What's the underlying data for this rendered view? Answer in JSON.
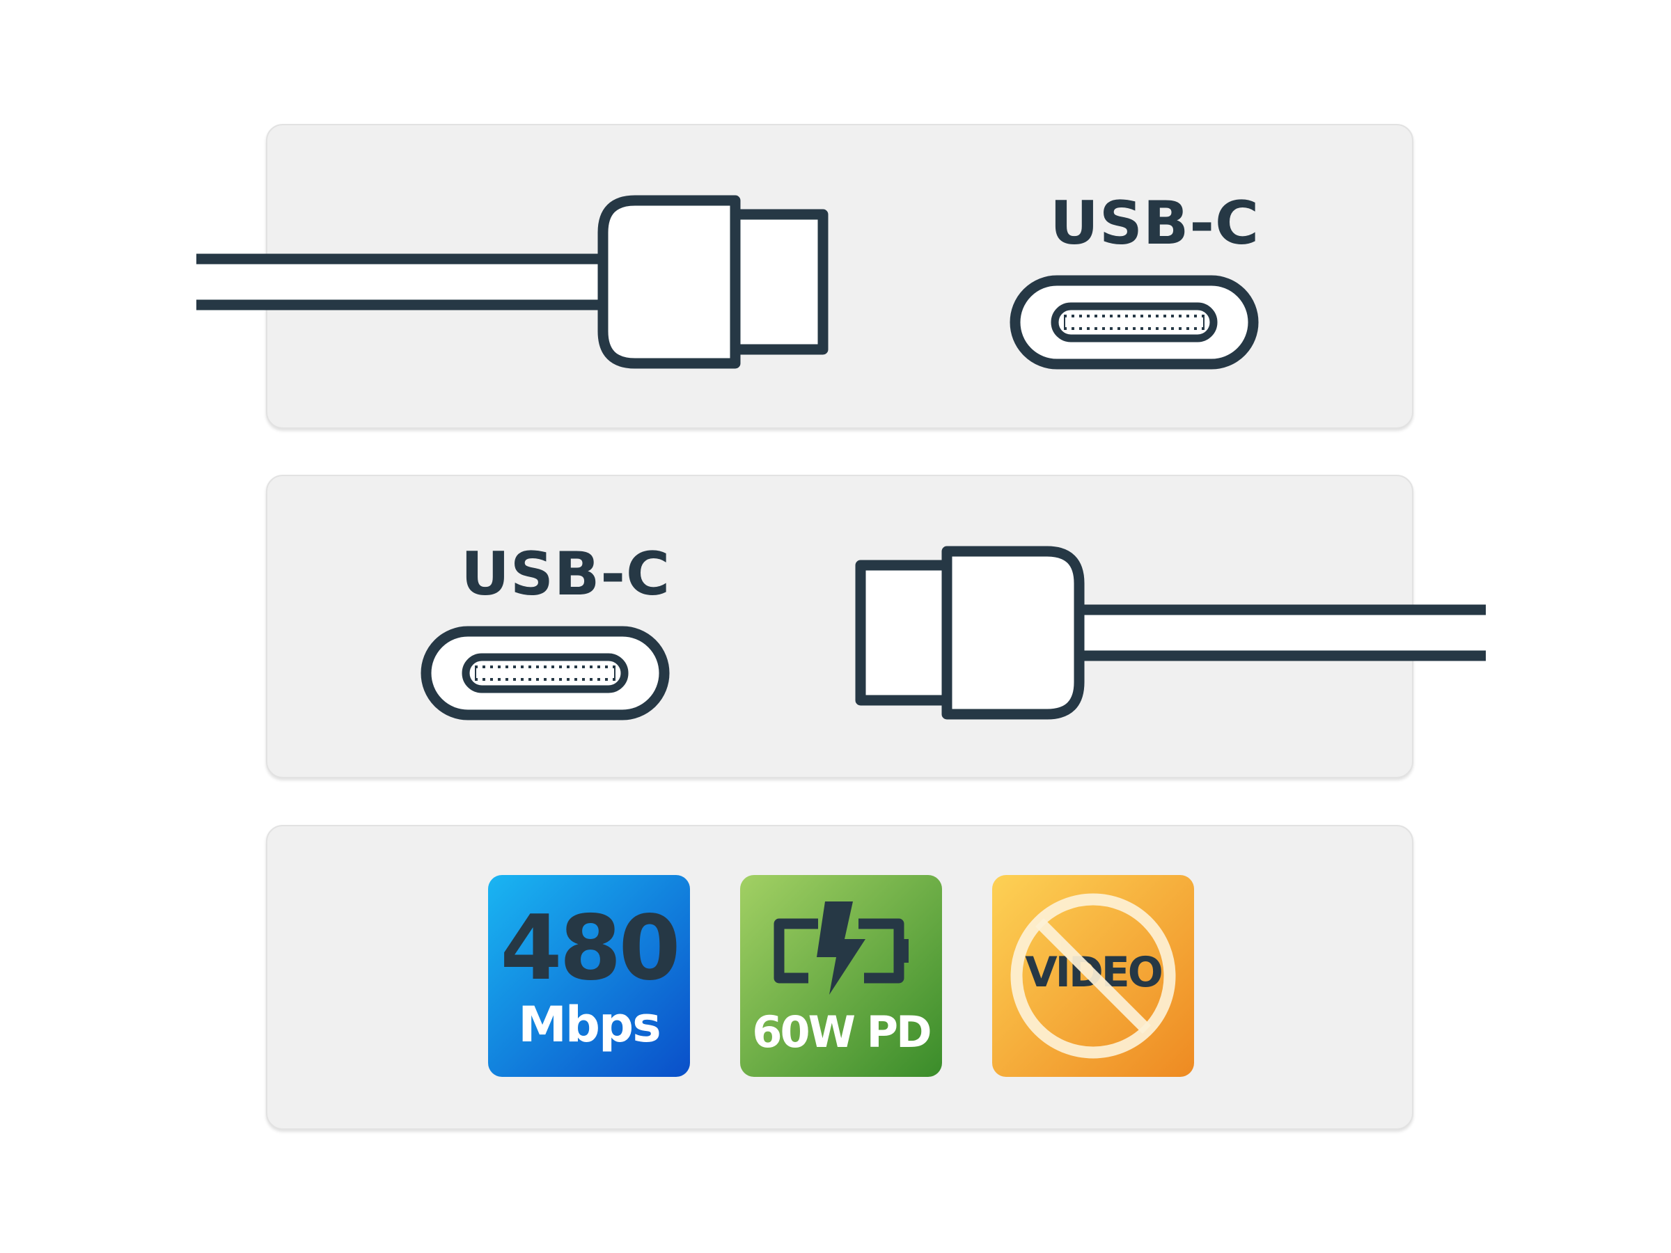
{
  "colors": {
    "ink": "#263845",
    "panel_bg": "#f0f0f0",
    "speed_badge_gradient": [
      "#1ab5f2",
      "#0a4fc9"
    ],
    "power_badge_gradient": [
      "#a2d064",
      "#3a8c2a"
    ],
    "video_badge_gradient": [
      "#fdd155",
      "#ee8a22"
    ],
    "badge_text_light": "#ffffff",
    "no_symbol": "#fdf1d6"
  },
  "rows": [
    {
      "label": "USB-C",
      "plug_direction": "right"
    },
    {
      "label": "USB-C",
      "plug_direction": "left"
    }
  ],
  "badges": {
    "speed": {
      "value": "480",
      "unit": "Mbps"
    },
    "power": {
      "label": "60W PD",
      "icon": "battery-charging-icon"
    },
    "video": {
      "label": "VIDEO",
      "icon": "no-symbol-icon"
    }
  }
}
